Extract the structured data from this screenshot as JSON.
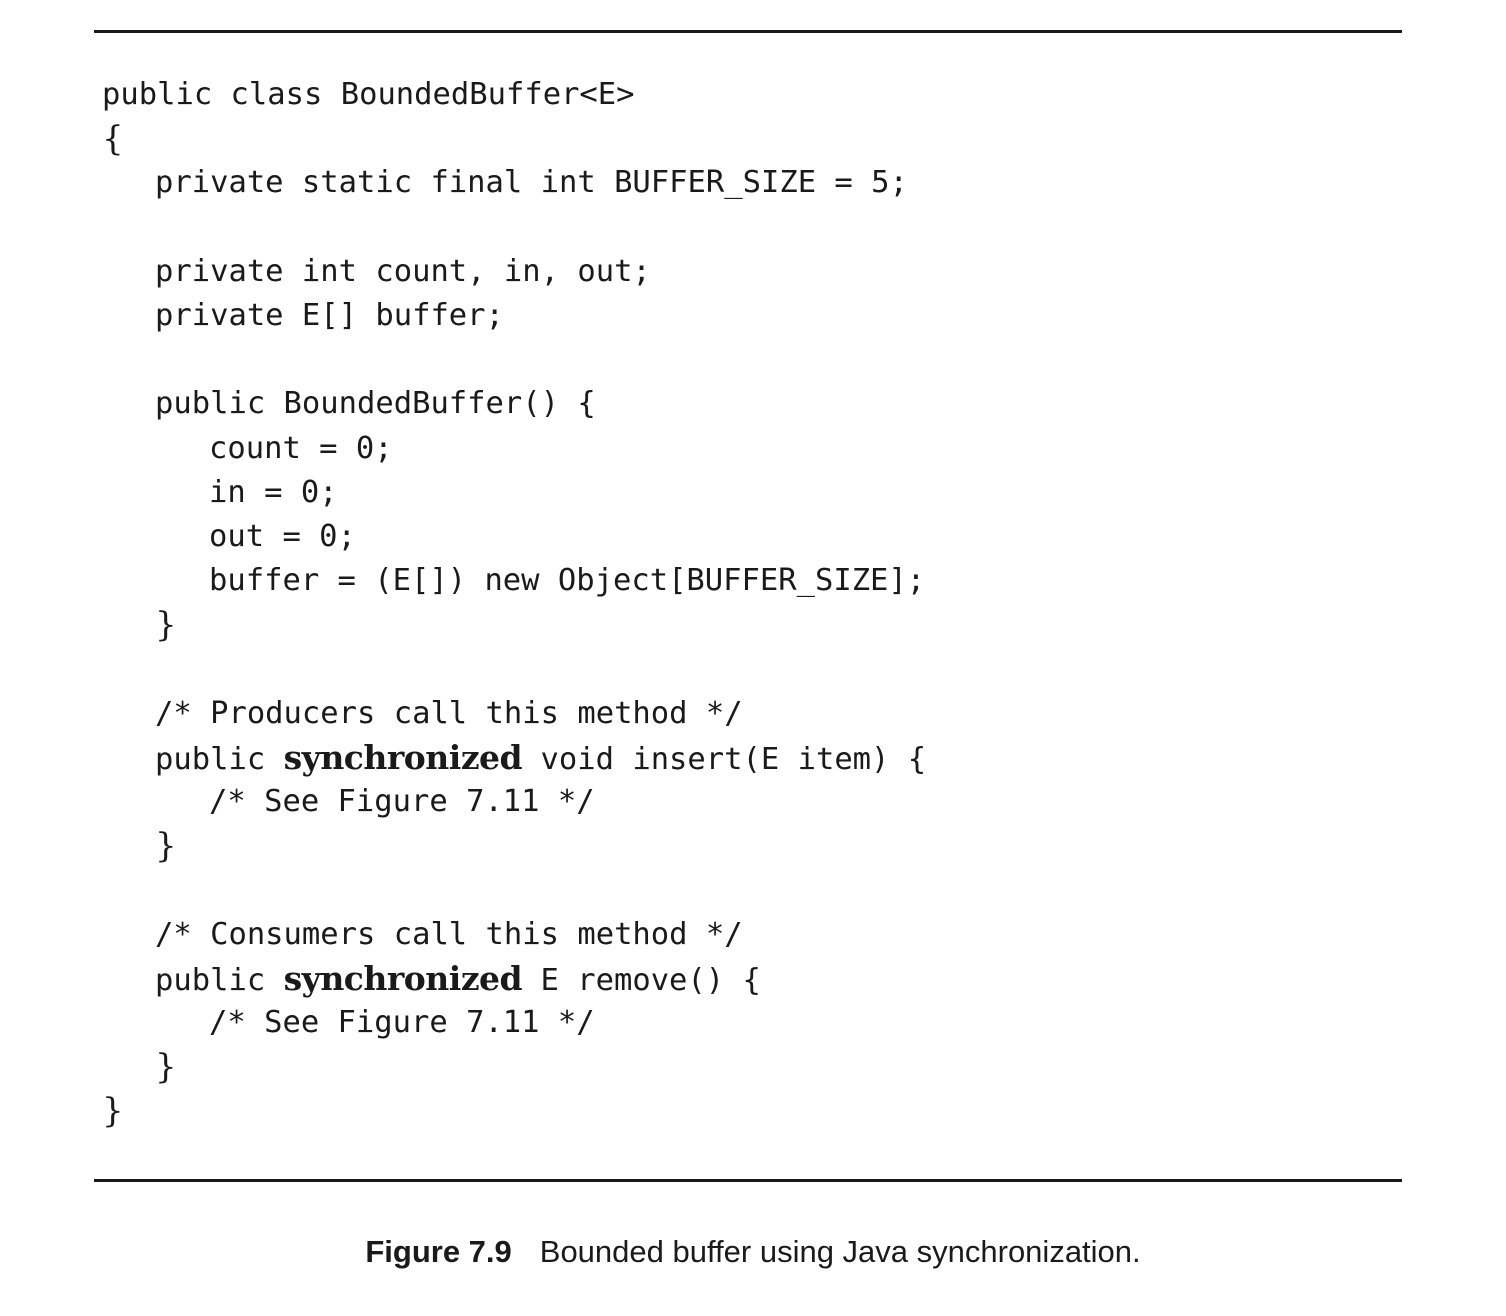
{
  "code_lines": [
    "public class BoundedBuffer<E>",
    "{",
    "private static final int BUFFER_SIZE = 5;",
    "",
    "private int count, in, out;",
    "private E[] buffer;",
    "",
    "public BoundedBuffer() {",
    "count = 0;",
    "in = 0;",
    "out = 0;",
    "buffer = (E[]) new Object[BUFFER_SIZE];",
    "}",
    "",
    "/* Producers call this method */",
    "public",
    "synchronized",
    "void insert(E item) {",
    "/* See Figure 7.11 */",
    "}",
    "",
    "/* Consumers call this method */",
    "public",
    "synchronized",
    "E remove() {",
    "/* See Figure 7.11 */",
    "}",
    "}"
  ],
  "caption": {
    "label": "Figure 7.9",
    "text": "Bounded buffer using Java synchronization."
  }
}
